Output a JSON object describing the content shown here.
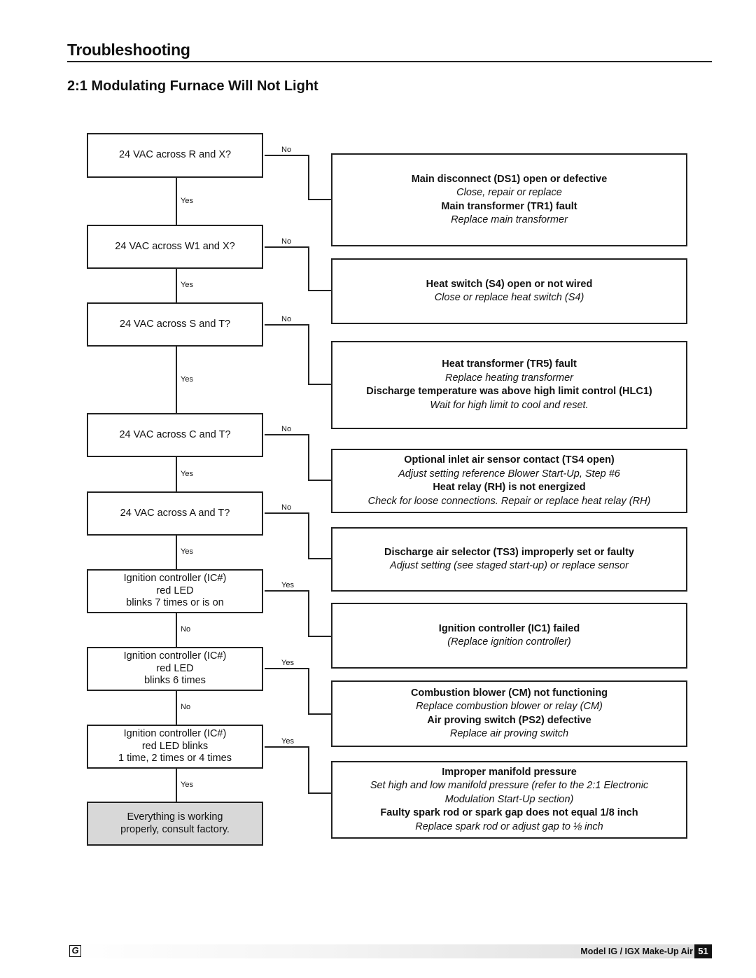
{
  "header": {
    "section": "Troubleshooting",
    "title": "2:1 Modulating Furnace Will Not Light"
  },
  "questions": [
    {
      "lines": [
        "24 VAC across R and X?"
      ]
    },
    {
      "lines": [
        "24 VAC across W1 and X?"
      ]
    },
    {
      "lines": [
        "24 VAC across S and T?"
      ]
    },
    {
      "lines": [
        "24 VAC across C and T?"
      ]
    },
    {
      "lines": [
        "24 VAC across A and T?"
      ]
    },
    {
      "lines": [
        "Ignition controller (IC#)",
        "red LED",
        "blinks 7 times or is on"
      ]
    },
    {
      "lines": [
        "Ignition controller (IC#)",
        "red LED",
        "blinks 6 times"
      ]
    },
    {
      "lines": [
        "Ignition controller (IC#)",
        "red LED blinks",
        "1 time, 2 times or 4 times"
      ]
    },
    {
      "lines": [
        "Everything is working",
        "properly, consult factory."
      ]
    }
  ],
  "down_labels": [
    "Yes",
    "Yes",
    "Yes",
    "Yes",
    "Yes",
    "No",
    "No",
    "Yes"
  ],
  "side_labels": [
    "No",
    "No",
    "No",
    "No",
    "No",
    "Yes",
    "Yes",
    "Yes"
  ],
  "results": [
    {
      "lines": [
        {
          "t": "Main disconnect (DS1) open or defective",
          "s": "b"
        },
        {
          "t": "Close, repair or replace",
          "s": "i"
        },
        {
          "t": "Main transformer (TR1) fault",
          "s": "b"
        },
        {
          "t": "Replace main transformer",
          "s": "i"
        }
      ]
    },
    {
      "lines": [
        {
          "t": "Heat switch (S4) open or not wired",
          "s": "b"
        },
        {
          "t": "Close or replace heat switch (S4)",
          "s": "i"
        }
      ]
    },
    {
      "lines": [
        {
          "t": "Heat transformer (TR5) fault",
          "s": "b"
        },
        {
          "t": "Replace heating transformer",
          "s": "i"
        },
        {
          "t": "Discharge temperature was above high limit control (HLC1)",
          "s": "b"
        },
        {
          "t": "Wait for high limit to cool and reset.",
          "s": "i"
        }
      ]
    },
    {
      "lines": [
        {
          "t": "Optional inlet air sensor contact (TS4 open)",
          "s": "b"
        },
        {
          "t": "Adjust setting reference Blower Start-Up, Step #6",
          "s": "i"
        },
        {
          "t": "Heat relay (RH) is not energized",
          "s": "b"
        },
        {
          "t": "Check for loose connections. Repair or replace heat relay (RH)",
          "s": "i"
        }
      ]
    },
    {
      "lines": [
        {
          "t": "Discharge air selector (TS3) improperly set or faulty",
          "s": "b"
        },
        {
          "t": "Adjust setting (see staged start-up) or replace sensor",
          "s": "i"
        }
      ]
    },
    {
      "lines": [
        {
          "t": "Ignition controller (IC1) failed",
          "s": "b"
        },
        {
          "t": "(Replace ignition controller)",
          "s": "i"
        }
      ]
    },
    {
      "lines": [
        {
          "t": "Combustion blower (CM) not functioning",
          "s": "b"
        },
        {
          "t": "Replace combustion blower or relay (CM)",
          "s": "i"
        },
        {
          "t": "Air proving switch (PS2) defective",
          "s": "b"
        },
        {
          "t": "Replace air proving switch",
          "s": "i"
        }
      ]
    },
    {
      "lines": [
        {
          "t": "Improper manifold pressure",
          "s": "b"
        },
        {
          "t": "Set high and low manifold pressure (refer to the 2:1 Electronic",
          "s": "i"
        },
        {
          "t": "Modulation Start-Up section)",
          "s": "i"
        },
        {
          "t": "Faulty spark rod or spark gap does not equal 1/8 inch",
          "s": "b"
        },
        {
          "t": "Replace spark rod or adjust gap to ⅛ inch",
          "s": "i"
        }
      ]
    }
  ],
  "footer": {
    "model": "Model IG / IGX Make-Up Air",
    "page": "51",
    "logo": "G"
  },
  "colors": {
    "line": "#222222",
    "final_box_fill": "#d8d8d8"
  }
}
